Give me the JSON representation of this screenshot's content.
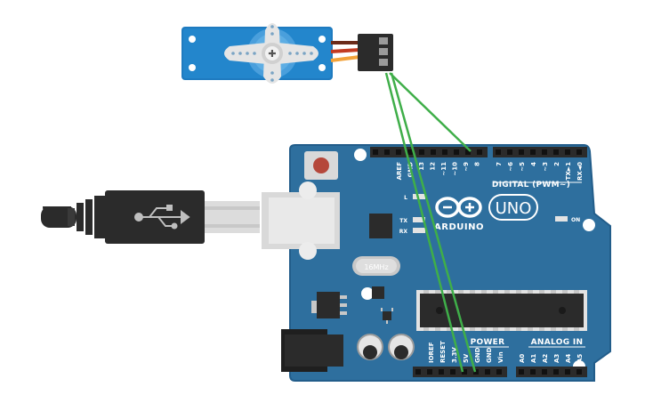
{
  "board": {
    "brand": "ARDUINO",
    "model": "UNO",
    "colors": {
      "board": "#2e6f9e",
      "board_edge": "#1f5a86",
      "header": "#2b2b2b",
      "wire": "#3fae49",
      "servo": "#1f7bc0",
      "usb": "#2b2b2b"
    },
    "labels": {
      "digital": "DIGITAL (PWM~)",
      "power": "POWER",
      "analog": "ANALOG IN",
      "on": "ON",
      "l": "L",
      "tx": "TX",
      "rx": "RX",
      "crystal": "16MHz"
    },
    "digital_pins": [
      "AREF",
      "GND",
      "13",
      "12",
      "~11",
      "~10",
      "~9",
      "8",
      "7",
      "~6",
      "~5",
      "4",
      "~3",
      "2",
      "TX►1",
      "RX◄0"
    ],
    "power_pins": [
      "IOREF",
      "RESET",
      "3.3V",
      "5V",
      "GND",
      "GND",
      "Vin"
    ],
    "analog_pins": [
      "A0",
      "A1",
      "A2",
      "A3",
      "A4",
      "A5"
    ]
  },
  "servo": {
    "label": "servo-motor"
  },
  "usb": {
    "icon": "usb-icon"
  }
}
